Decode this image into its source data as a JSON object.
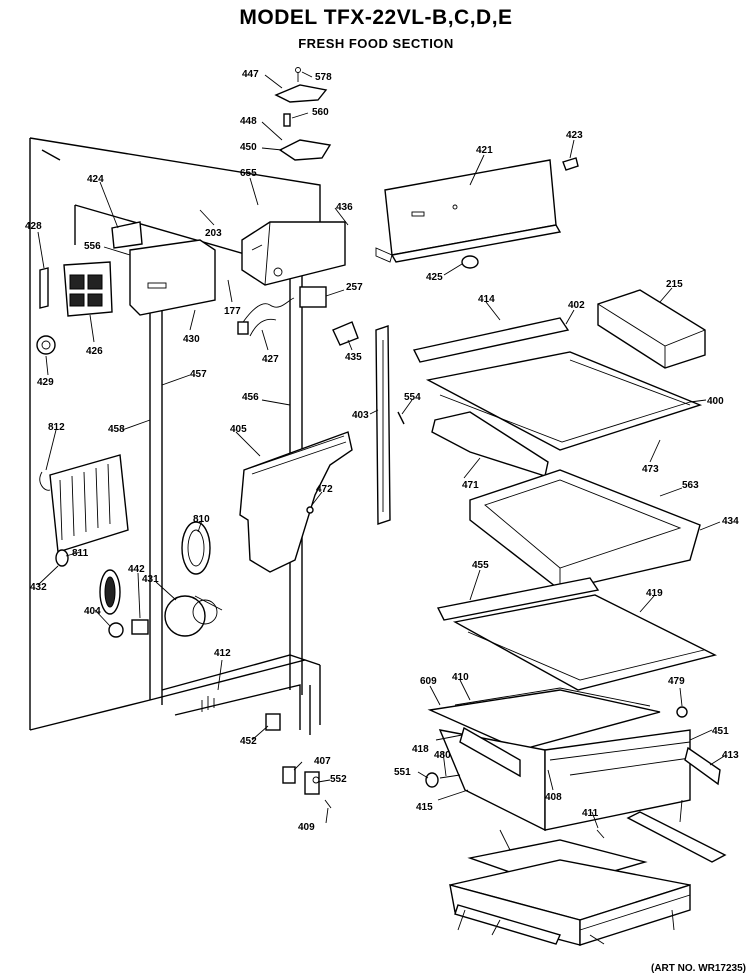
{
  "header": {
    "model_title": "MODEL TFX-22VL-B,C,D,E",
    "section_subtitle": "FRESH FOOD SECTION"
  },
  "footer": {
    "art_number": "(ART NO. WR17235)"
  },
  "part_labels": [
    "447",
    "578",
    "448",
    "560",
    "450",
    "424",
    "655",
    "203",
    "436",
    "421",
    "423",
    "428",
    "556",
    "177",
    "426",
    "430",
    "427",
    "257",
    "425",
    "429",
    "435",
    "215",
    "414",
    "402",
    "457",
    "400",
    "554",
    "403",
    "456",
    "812",
    "458",
    "405",
    "473",
    "471",
    "563",
    "472",
    "434",
    "810",
    "811",
    "432",
    "442",
    "431",
    "404",
    "455",
    "419",
    "412",
    "609",
    "410",
    "479",
    "452",
    "451",
    "413",
    "418",
    "407",
    "552",
    "551",
    "480",
    "415",
    "408",
    "409",
    "411"
  ]
}
